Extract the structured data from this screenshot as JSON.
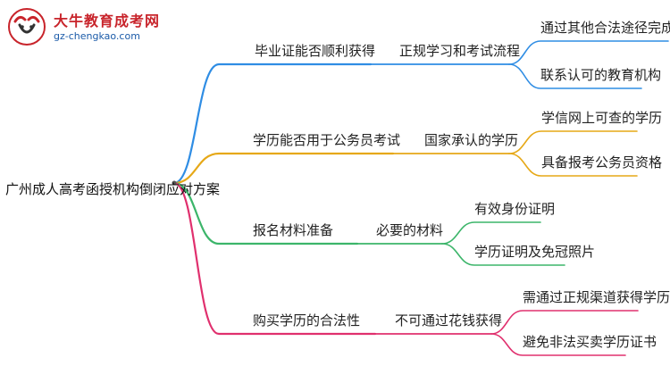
{
  "logo": {
    "title": "大牛教育成考网",
    "url": "gz-chengkao.com"
  },
  "root": "广州成人高考函授机构倒闭应对方案",
  "branches": [
    {
      "label": "毕业证能否顺利获得",
      "sub": "正规学习和考试流程",
      "leaves": [
        "通过其他合法途径完成学业",
        "联系认可的教育机构"
      ],
      "color": "#2f8de4"
    },
    {
      "label": "学历能否用于公务员考试",
      "sub": "国家承认的学历",
      "leaves": [
        "学信网上可查的学历",
        "具备报考公务员资格"
      ],
      "color": "#e6a817"
    },
    {
      "label": "报名材料准备",
      "sub": "必要的材料",
      "leaves": [
        "有效身份证明",
        "学历证明及免冠照片"
      ],
      "color": "#3cb56a"
    },
    {
      "label": "购买学历的合法性",
      "sub": "不可通过花钱获得",
      "leaves": [
        "需通过正规渠道获得学历",
        "避免非法买卖学历证书"
      ],
      "color": "#e0306e"
    }
  ]
}
